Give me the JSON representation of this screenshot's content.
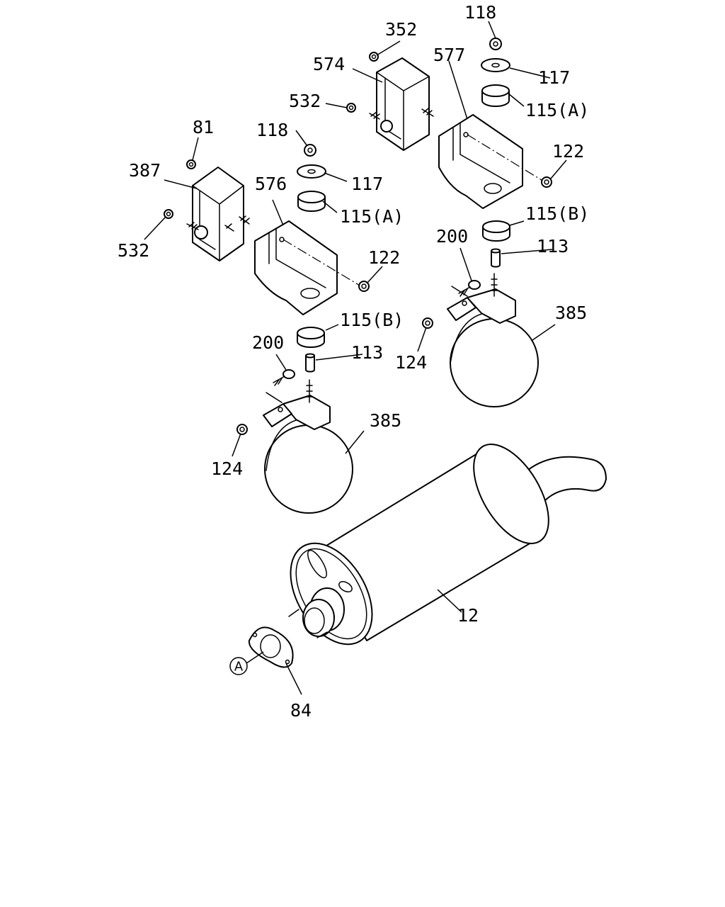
{
  "callouts": {
    "c118_top": "118",
    "c352": "352",
    "c574": "574",
    "c577": "577",
    "c117_top": "117",
    "c115a_top": "115(A)",
    "c532_top": "532",
    "c122_right": "122",
    "c81": "81",
    "c118_mid": "118",
    "c387": "387",
    "c576": "576",
    "c117_mid": "117",
    "c115a_mid": "115(A)",
    "c532_left": "532",
    "c122_mid": "122",
    "c115b_right": "115(B)",
    "c200_right": "200",
    "c113_right": "113",
    "c385_right": "385",
    "c124_right": "124",
    "c115b_mid": "115(B)",
    "c200_left": "200",
    "c113_left": "113",
    "c385_left": "385",
    "c124_left": "124",
    "c12": "12",
    "c84": "84"
  },
  "reference_mark": "A"
}
